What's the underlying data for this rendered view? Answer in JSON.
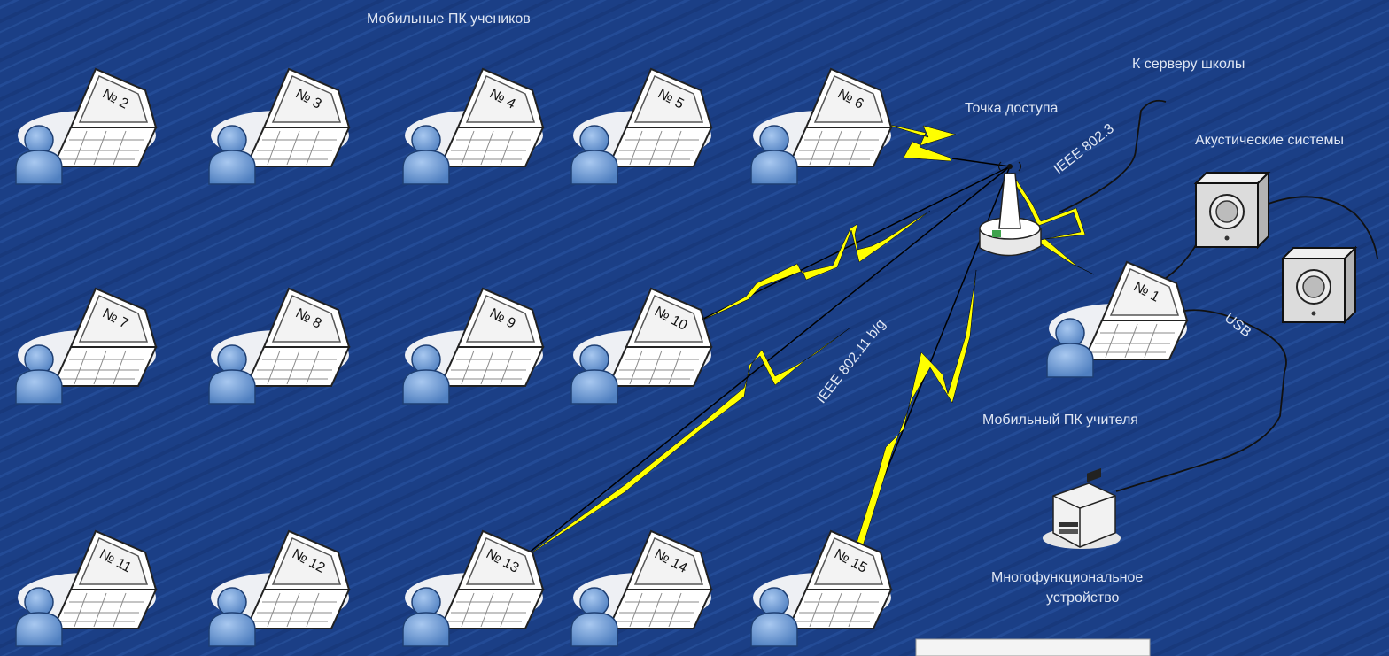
{
  "labels": {
    "students_title": "Мобильные ПК учеников",
    "to_school_server": "К серверу школы",
    "access_point": "Точка доступа",
    "acoustic_systems": "Акустические системы",
    "teacher_pc": "Мобильный ПК учителя",
    "mfp_line1": "Многофункциональное",
    "mfp_line2": "устройство",
    "ieee_8023": "IEEE 802.3",
    "ieee_80211": "IEEE 802.11 b/g",
    "usb": "USB"
  },
  "student_pcs": [
    "№ 2",
    "№ 3",
    "№ 4",
    "№ 5",
    "№ 6",
    "№ 7",
    "№ 8",
    "№ 9",
    "№ 10",
    "№ 11",
    "№ 12",
    "№ 13",
    "№ 14",
    "№ 15"
  ],
  "teacher_pc_number": "№ 1",
  "wireless_links": [
    "№ 6",
    "№ 10",
    "№ 13",
    "№ 15",
    "№ 1"
  ],
  "colors": {
    "background": "#1b3f86",
    "lightning": "#ffff00",
    "label_text": "#dfe6f3",
    "person": "#7fa8dc",
    "laptop_screen": "#f3f3f3"
  }
}
